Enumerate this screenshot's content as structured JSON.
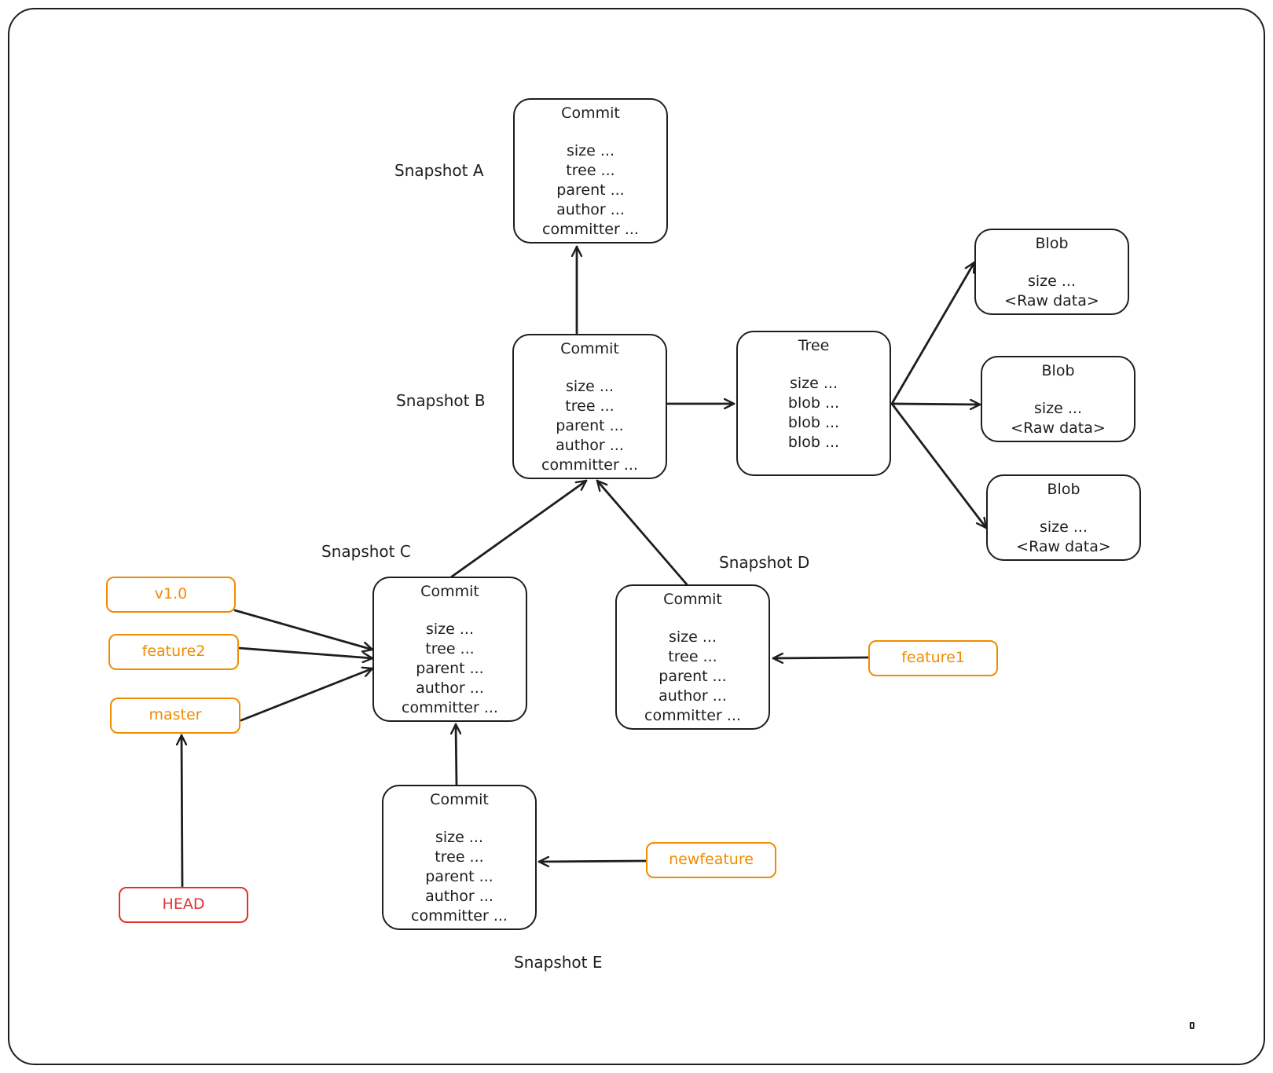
{
  "labels": {
    "snapshot_a": "Snapshot A",
    "snapshot_b": "Snapshot B",
    "snapshot_c": "Snapshot C",
    "snapshot_d": "Snapshot D",
    "snapshot_e": "Snapshot E"
  },
  "commit_fields": [
    "size ...",
    "tree ...",
    "parent ...",
    "author ...",
    "committer ..."
  ],
  "nodes": {
    "commit_a": {
      "title": "Commit"
    },
    "commit_b": {
      "title": "Commit"
    },
    "commit_c": {
      "title": "Commit"
    },
    "commit_d": {
      "title": "Commit"
    },
    "commit_e": {
      "title": "Commit"
    },
    "tree": {
      "title": "Tree",
      "fields": [
        "size ...",
        "blob ...",
        "blob ...",
        "blob ..."
      ]
    },
    "blob_1": {
      "title": "Blob",
      "fields": [
        "size ...",
        "<Raw data>"
      ]
    },
    "blob_2": {
      "title": "Blob",
      "fields": [
        "size ...",
        "<Raw data>"
      ]
    },
    "blob_3": {
      "title": "Blob",
      "fields": [
        "size ...",
        "<Raw data>"
      ]
    }
  },
  "refs": {
    "v1_0": "v1.0",
    "feature2": "feature2",
    "master": "master",
    "head": "HEAD",
    "feature1": "feature1",
    "newfeature": "newfeature"
  },
  "edges": [
    {
      "from": "commit_b",
      "to": "commit_a"
    },
    {
      "from": "commit_b",
      "to": "tree"
    },
    {
      "from": "tree",
      "to": "blob_1"
    },
    {
      "from": "tree",
      "to": "blob_2"
    },
    {
      "from": "tree",
      "to": "blob_3"
    },
    {
      "from": "commit_c",
      "to": "commit_b"
    },
    {
      "from": "commit_d",
      "to": "commit_b"
    },
    {
      "from": "commit_e",
      "to": "commit_c"
    },
    {
      "from": "v1_0",
      "to": "commit_c"
    },
    {
      "from": "feature2",
      "to": "commit_c"
    },
    {
      "from": "master",
      "to": "commit_c"
    },
    {
      "from": "head",
      "to": "master"
    },
    {
      "from": "feature1",
      "to": "commit_d"
    },
    {
      "from": "newfeature",
      "to": "commit_e"
    }
  ],
  "colors": {
    "ink": "#1e1e1e",
    "branch": "#f08c00",
    "head": "#e03131"
  }
}
